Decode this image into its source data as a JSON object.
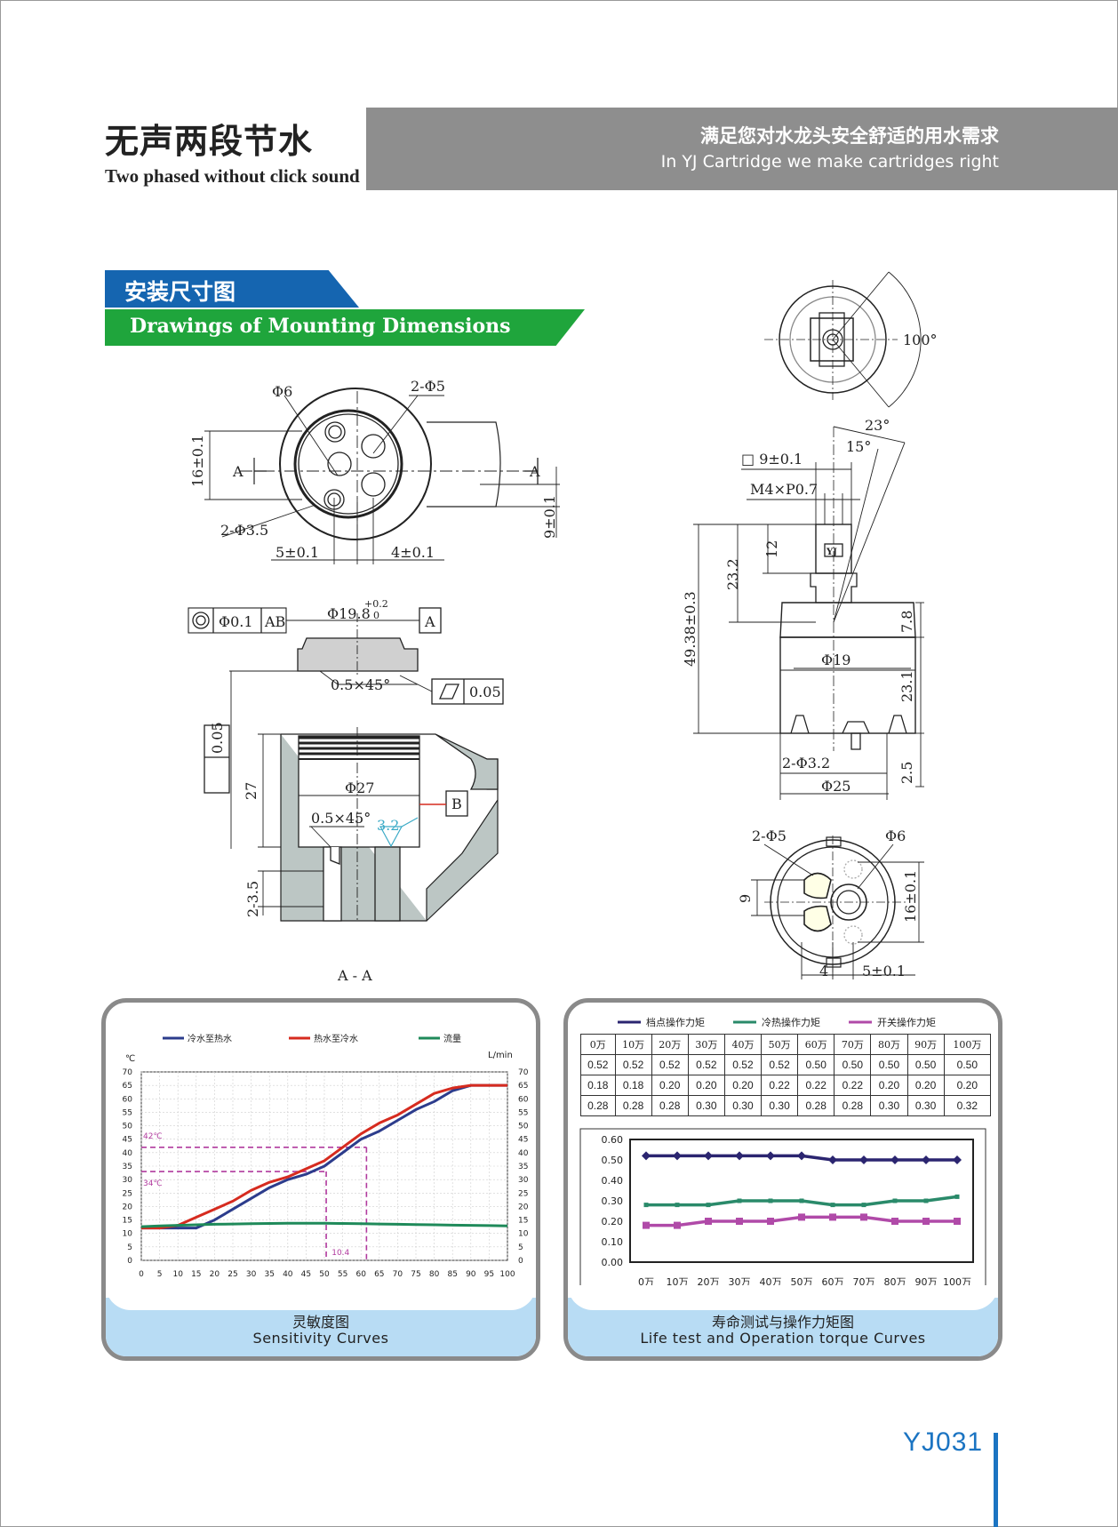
{
  "header": {
    "title_cn": "无声两段节水",
    "title_en": "Two phased without click sound",
    "slogan_cn": "满足您对水龙头安全舒适的用水需求",
    "slogan_en": "In YJ Cartridge we make cartridges right"
  },
  "section": {
    "title_cn": "安装尺寸图",
    "title_en": "Drawings of Mounting Dimensions"
  },
  "drawing_labels": {
    "top_left": {
      "phi6": "Φ6",
      "holes_2phi5": "2-Φ5",
      "dim_16": "16±0.1",
      "mark_a_left": "A",
      "mark_a_right": "A",
      "holes_2phi35": "2-Φ3.5",
      "dim_9": "9±0.1",
      "dim_5": "5±0.1",
      "dim_4": "4±0.1"
    },
    "section_view": {
      "concentric_tol": "Φ0.1",
      "datum_ab": "AB",
      "dia_198": "Φ19.8",
      "tol_plus": "+0.2",
      "tol_zero": "0",
      "datum_a": "A",
      "chamfer_top": "0.5×45°",
      "flatness": "0.05",
      "parallel": "0.05",
      "depth_27": "27",
      "dia_27": "Φ27",
      "chamfer_bottom": "0.5×45°",
      "roughness": "3.2",
      "datum_b": "B",
      "range_235": "2-3.5",
      "section_label": "A - A"
    },
    "right_side": {
      "angle_100": "100°",
      "angle_23": "23°",
      "angle_15": "15°",
      "square_9": "□ 9±0.1",
      "thread": "M4×P0.7",
      "dim_12": "12",
      "dim_232": "23.2",
      "dim_4938": "49.38±0.3",
      "dim_78": "7.8",
      "dia_19": "Φ19",
      "dim_231": "23.1",
      "holes_2phi32": "2-Φ3.2",
      "dim_25": "2.5",
      "dia_25": "Φ25",
      "brand": "YJ",
      "bottom_2phi5": "2-Φ5",
      "bottom_phi6": "Φ6",
      "bottom_9": "9",
      "bottom_16": "16±0.1",
      "bottom_4": "4",
      "bottom_5": "5±0.1"
    }
  },
  "sensitivity_chart": {
    "caption_cn": "灵敏度图",
    "caption_en": "Sensitivity Curves",
    "left_unit": "℃",
    "right_unit": "L/min",
    "annotation_42": "42℃",
    "annotation_34": "34℃",
    "annotation_104": "10.4",
    "colors": {
      "cold_to_hot": "#2c3c8c",
      "hot_to_cold": "#d62b1f",
      "flow": "#1f8a5a",
      "guide": "#b13a9e"
    }
  },
  "torque_chart": {
    "caption_cn": "寿命测试与操作力矩图",
    "caption_en": "Life test and Operation torque Curves",
    "columns": [
      "0万",
      "10万",
      "20万",
      "30万",
      "40万",
      "50万",
      "60万",
      "70万",
      "80万",
      "90万",
      "100万"
    ],
    "rows": [
      [
        "0.52",
        "0.52",
        "0.52",
        "0.52",
        "0.52",
        "0.52",
        "0.50",
        "0.50",
        "0.50",
        "0.50",
        "0.50"
      ],
      [
        "0.18",
        "0.18",
        "0.20",
        "0.20",
        "0.20",
        "0.22",
        "0.22",
        "0.22",
        "0.20",
        "0.20",
        "0.20"
      ],
      [
        "0.28",
        "0.28",
        "0.28",
        "0.30",
        "0.30",
        "0.30",
        "0.28",
        "0.28",
        "0.30",
        "0.30",
        "0.32"
      ]
    ],
    "colors": {
      "detent": "#2b2570",
      "hot_cold": "#2a8a6a",
      "switch": "#b04aa8"
    }
  },
  "chart_data": [
    {
      "type": "line",
      "x": [
        0,
        5,
        10,
        15,
        20,
        25,
        30,
        35,
        40,
        45,
        50,
        55,
        60,
        65,
        70,
        75,
        80,
        85,
        90,
        95,
        100
      ],
      "xticks": [
        "0",
        "5",
        "10",
        "15",
        "20",
        "25",
        "30",
        "35",
        "40",
        "45",
        "50",
        "55",
        "60",
        "65",
        "70",
        "75",
        "80",
        "85",
        "90",
        "95",
        "100"
      ],
      "yticks": [
        "0",
        "5",
        "10",
        "15",
        "20",
        "25",
        "30",
        "35",
        "40",
        "45",
        "50",
        "55",
        "60",
        "65",
        "70"
      ],
      "xlim": [
        0,
        100
      ],
      "ylim": [
        0,
        70
      ],
      "grid": true,
      "legend_position": "top",
      "series": [
        {
          "name": "冷水至热水",
          "values": [
            12,
            12,
            12,
            12,
            15,
            19,
            23,
            27,
            30,
            32,
            35,
            40,
            45,
            48,
            52,
            56,
            59,
            63,
            65,
            65,
            65
          ]
        },
        {
          "name": "热水至冷水",
          "values": [
            12,
            12,
            13,
            16,
            19,
            22,
            26,
            29,
            31,
            34,
            37,
            42,
            47,
            51,
            54,
            58,
            62,
            64,
            65,
            65,
            65
          ]
        },
        {
          "name": "流量",
          "values": [
            12.5,
            12.8,
            13,
            13.2,
            13.4,
            13.5,
            13.6,
            13.7,
            13.8,
            13.8,
            13.8,
            13.7,
            13.6,
            13.5,
            13.4,
            13.3,
            13.2,
            13.1,
            13,
            12.9,
            12.8
          ]
        }
      ]
    },
    {
      "type": "line",
      "categories": [
        "0万",
        "10万",
        "20万",
        "30万",
        "40万",
        "50万",
        "60万",
        "70万",
        "80万",
        "90万",
        "100万"
      ],
      "yticks": [
        "0.60",
        "0.50",
        "0.40",
        "0.30",
        "0.20",
        "0.10",
        "0.00"
      ],
      "ylim": [
        0,
        0.6
      ],
      "legend_position": "top",
      "series": [
        {
          "name": "档点操作力矩",
          "values": [
            0.52,
            0.52,
            0.52,
            0.52,
            0.52,
            0.52,
            0.5,
            0.5,
            0.5,
            0.5,
            0.5
          ]
        },
        {
          "name": "冷热操作力矩",
          "values": [
            0.28,
            0.28,
            0.28,
            0.3,
            0.3,
            0.3,
            0.28,
            0.28,
            0.3,
            0.3,
            0.32
          ]
        },
        {
          "name": "开关操作力矩",
          "values": [
            0.18,
            0.18,
            0.2,
            0.2,
            0.2,
            0.22,
            0.22,
            0.22,
            0.2,
            0.2,
            0.2
          ]
        }
      ]
    }
  ],
  "footer": {
    "code": "YJ031"
  }
}
